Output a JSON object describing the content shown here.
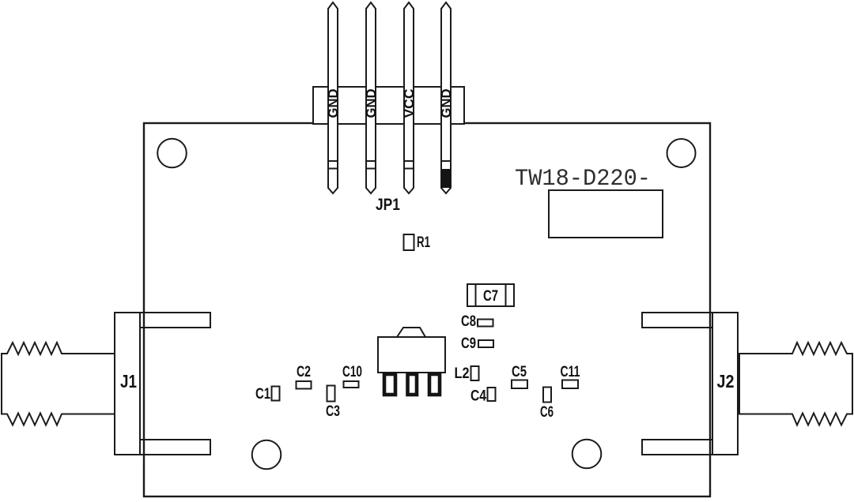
{
  "board": {
    "part_number": "TW18-D220-"
  },
  "header": {
    "label": "JP1",
    "pins": [
      "GND",
      "GND",
      "VCC",
      "GND"
    ]
  },
  "connectors": {
    "left": "J1",
    "right": "J2"
  },
  "components": {
    "r1": "R1",
    "c1": "C1",
    "c2": "C2",
    "c3": "C3",
    "c4": "C4",
    "c5": "C5",
    "c6": "C6",
    "c7": "C7",
    "c8": "C8",
    "c9": "C9",
    "c10": "C10",
    "c11": "C11",
    "l2": "L2"
  },
  "colors": {
    "line": "#1b1b1b",
    "background": "#ffffff"
  }
}
